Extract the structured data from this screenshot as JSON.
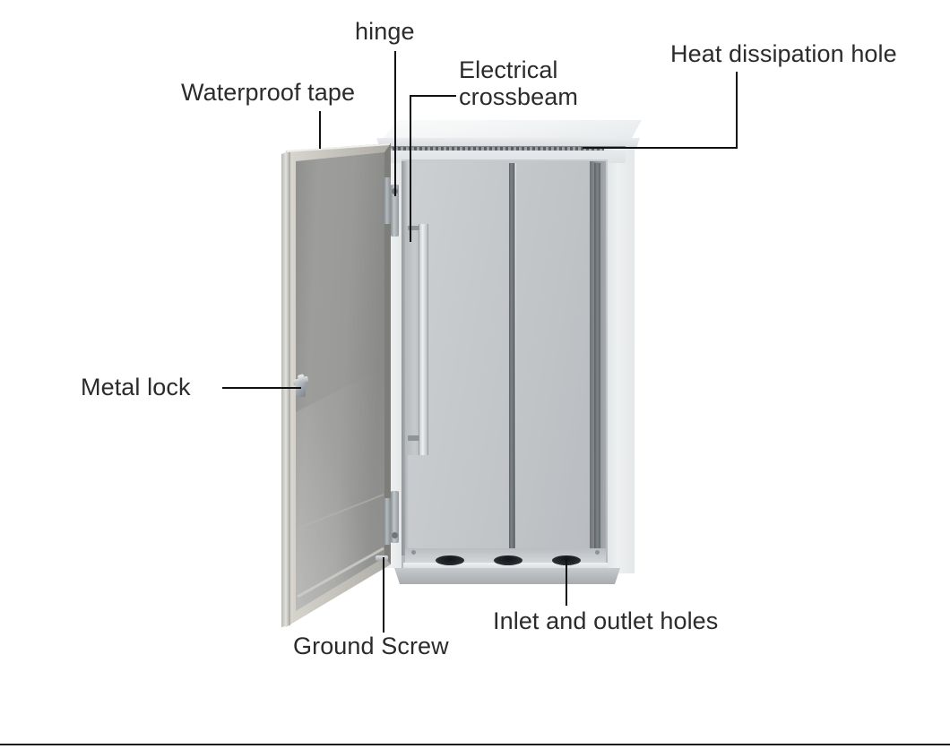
{
  "diagram": {
    "title": "Outdoor electrical cabinet — annotated parts diagram",
    "subject": "metal distribution enclosure with open door",
    "background_color": "#ffffff",
    "leader_line_color": "#111111",
    "label_text_color": "#2b2b2b"
  },
  "labels": [
    {
      "id": "hinge",
      "text": "hinge",
      "position": "top-center",
      "leader": "vertical drop to door hinge on right edge of door"
    },
    {
      "id": "waterproof-tape",
      "text": "Waterproof tape",
      "position": "top-left",
      "leader": "short vertical drop to door top edge gasket"
    },
    {
      "id": "electrical-crossbeam",
      "text": "Electrical\ncrossbeam",
      "line1": "Electrical",
      "line2": "crossbeam",
      "position": "top-center-right",
      "leader": "horizontal then vertical drop to interior left vertical rail"
    },
    {
      "id": "heat-dissipation-hole",
      "text": "Heat dissipation hole",
      "position": "top-right",
      "leader": "vertical drop then horizontal left to vent strip under cap"
    },
    {
      "id": "metal-lock",
      "text": "Metal lock",
      "position": "middle-left",
      "leader": "horizontal right to lock handle on door"
    },
    {
      "id": "ground-screw",
      "text": "Ground Screw",
      "position": "bottom-center-left",
      "leader": "vertical up to screw at door bottom edge"
    },
    {
      "id": "inlet-and-outlet-holes",
      "text": "Inlet and outlet holes",
      "position": "bottom-center-right",
      "leader": "vertical up to oval holes in cabinet floor"
    }
  ],
  "parts": {
    "rain_hood": {
      "name": "top rain hood cap",
      "color": "#eff1f2"
    },
    "vent_strip": {
      "name": "heat dissipation vent strip",
      "color": "#4c5256",
      "note": "perforated strip beneath overhanging cap"
    },
    "cabinet_frame": {
      "name": "cabinet outer frame",
      "color": "#e8eaec"
    },
    "interior_back_panel": {
      "name": "interior mounting back panel",
      "color": "#c5c8ca"
    },
    "center_rail": {
      "name": "vertical center crossbeam rail",
      "color": "#6a7074"
    },
    "electrical_crossbeam": {
      "name": "electrical crossbeam strip",
      "color": "#c6c9cb"
    },
    "door_panel": {
      "name": "open door panel inner face",
      "color": "#9a9a98"
    },
    "door_gasket": {
      "name": "waterproof tape gasket frame",
      "color": "#c6c4bd"
    },
    "floor_plate": {
      "name": "cabinet floor plate",
      "color": "#c6cacd"
    },
    "inlet_outlet_holes": {
      "name": "cable inlet and outlet knockout holes",
      "count": 3,
      "color": "#1b1f22"
    },
    "hinges": {
      "name": "door hinges",
      "count": 2,
      "color": "#a8aeb2"
    },
    "metal_lock": {
      "name": "metal lock handle",
      "color": "#9aa1a7"
    },
    "ground_screw": {
      "name": "grounding screw",
      "color": "#b4babe"
    }
  }
}
